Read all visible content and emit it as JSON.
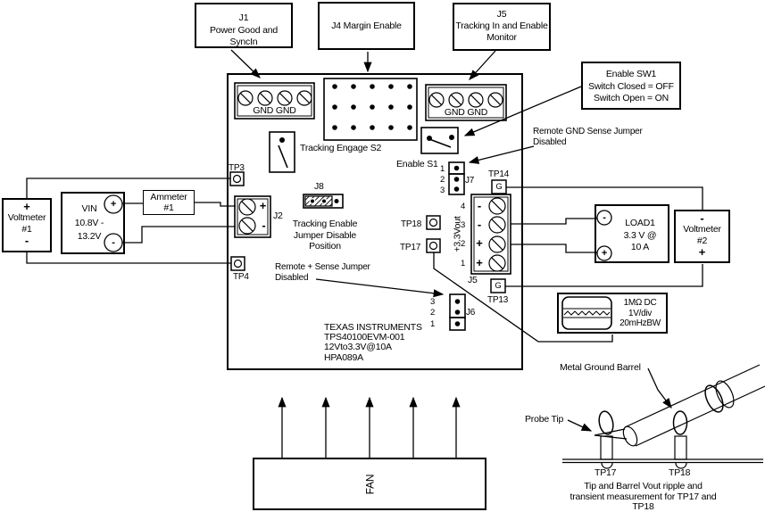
{
  "callouts": {
    "j1": {
      "line1": "J1",
      "line2": "Power Good and SyncIn"
    },
    "j4": {
      "label": "J4 Margin Enable"
    },
    "j5": {
      "line1": "J5",
      "line2": "Tracking In and Enable",
      "line3": "Monitor"
    },
    "enable_sw1": {
      "line1": "Enable SW1",
      "line2": "Switch Closed = OFF",
      "line3": "Switch Open = ON"
    },
    "remote_gnd": {
      "line1": "Remote GND Sense Jumper",
      "line2": "Disabled"
    },
    "remote_plus": {
      "line1": "Remote + Sense Jumper",
      "line2": "Disabled"
    }
  },
  "instruments": {
    "voltmeter1": {
      "plus": "+",
      "name": "Voltmeter",
      "number": "#1",
      "minus": "-"
    },
    "voltmeter2": {
      "minus": "-",
      "name": "Voltmeter",
      "number": "#2",
      "plus": "+"
    },
    "vin": {
      "name": "VIN",
      "range1": "10.8V -",
      "range2": "13.2V",
      "plus": "+",
      "minus": "-"
    },
    "ammeter": {
      "line1": "Ammeter",
      "line2": "#1"
    },
    "load1": {
      "minus": "-",
      "plus": "+",
      "line1": "LOAD1",
      "line2": "3.3 V @",
      "line3": "10 A"
    },
    "scope": {
      "line1": "1MΩ DC",
      "line2": "1V/div",
      "line3": "20mHzBW"
    },
    "fan": {
      "label": "FAN"
    }
  },
  "board": {
    "gnd_left": "GND GND",
    "gnd_right": "GND  GND",
    "s2_label": "Tracking Engage S2",
    "s1_label": "Enable S1",
    "j8_label": "J8",
    "j8_caption": [
      "Tracking Enable",
      "Jumper Disable",
      "Position"
    ],
    "j2": {
      "label": "J2",
      "plus": "+",
      "minus": "-"
    },
    "j7": {
      "label": "J7",
      "pins": [
        "1",
        "2",
        "3"
      ]
    },
    "j6": {
      "label": "J6",
      "pins": [
        "3",
        "2",
        "1"
      ]
    },
    "j5": {
      "label": "J5",
      "pins": [
        "4",
        "3",
        "2",
        "1"
      ],
      "signs": [
        "-",
        "-",
        "+",
        "+"
      ]
    },
    "vout_label": "+3.3Vout",
    "tp3": "TP3",
    "tp4": "TP4",
    "tp13": "TP13",
    "tp14": "TP14",
    "tp17": "TP17",
    "tp18": "TP18",
    "ground_mark": "G",
    "ti_lines": [
      "TEXAS  INSTRUMENTS",
      "TPS40100EVM-001",
      "12Vto3.3V@10A",
      "HPA089A"
    ]
  },
  "probe": {
    "barrel_label": "Metal Ground Barrel",
    "tip_label": "Probe Tip",
    "tp17": "TP17",
    "tp18": "TP18",
    "caption": [
      "Tip and Barrel Vout ripple and",
      "transient measurement for TP17 and",
      "TP18"
    ]
  }
}
